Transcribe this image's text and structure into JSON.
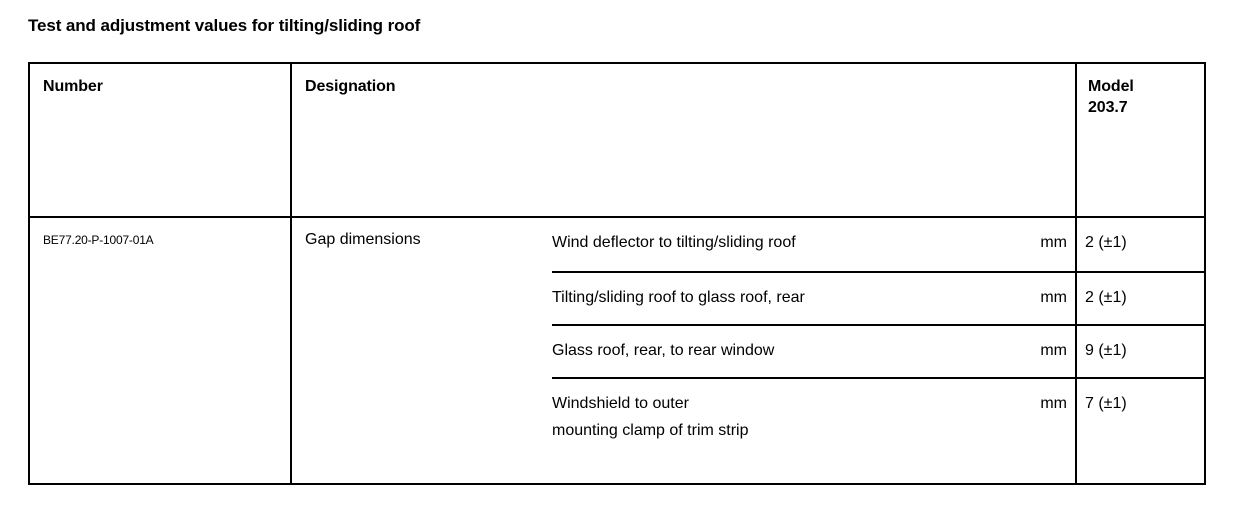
{
  "document": {
    "title": "Test and adjustment values for tilting/sliding roof"
  },
  "table": {
    "headers": {
      "number": "Number",
      "designation": "Designation",
      "model_line1": "Model",
      "model_line2": "203.7"
    },
    "row": {
      "number": "BE77.20-P-1007-01A",
      "designation": "Gap dimensions",
      "measurements": [
        {
          "description": "Wind deflector to tilting/sliding roof",
          "unit": "mm",
          "value": "2 (±1)"
        },
        {
          "description": "Tilting/sliding roof to glass roof, rear",
          "unit": "mm",
          "value": "2 (±1)"
        },
        {
          "description": "Glass roof, rear, to rear window",
          "unit": "mm",
          "value": "9 (±1)"
        },
        {
          "description": "Windshield to outer\nmounting clamp of trim strip",
          "unit": "mm",
          "value": "7 (±1)"
        }
      ]
    }
  },
  "colors": {
    "text": "#000000",
    "rule": "#000000",
    "background": "#ffffff"
  }
}
